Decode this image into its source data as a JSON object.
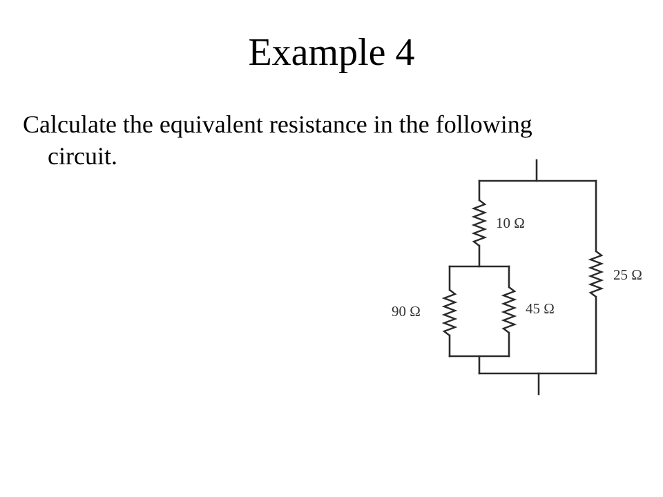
{
  "slide": {
    "title": "Example 4",
    "question_line1": "Calculate the equivalent resistance in the following",
    "question_line2": "circuit."
  },
  "circuit": {
    "resistors": [
      {
        "id": "r1",
        "label": "10 Ω",
        "value_ohms": 10
      },
      {
        "id": "r2",
        "label": "90 Ω",
        "value_ohms": 90
      },
      {
        "id": "r3",
        "label": "45 Ω",
        "value_ohms": 45
      },
      {
        "id": "r4",
        "label": "25 Ω",
        "value_ohms": 25
      }
    ],
    "colors": {
      "wire": "#2a2a2a",
      "label": "#333333"
    }
  }
}
